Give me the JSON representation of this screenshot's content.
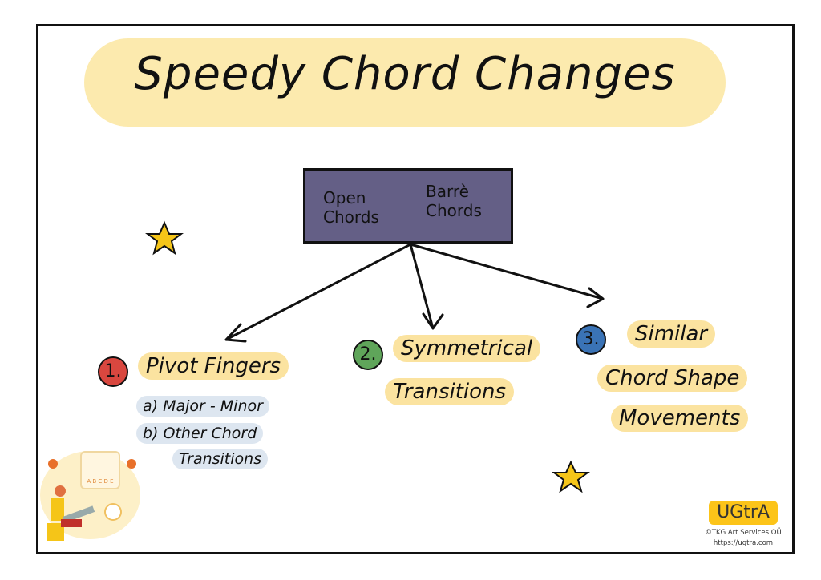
{
  "title": "Speedy Chord Changes",
  "center_box": {
    "left_label": "Open Chords",
    "right_label": "Barrè Chords",
    "color": "#645f86"
  },
  "items": [
    {
      "number": "1.",
      "label": "Pivot Fingers",
      "color": "#d9473f",
      "subitems": [
        "a) Major - Minor",
        "b) Other Chord",
        "Transitions"
      ]
    },
    {
      "number": "2.",
      "label_lines": [
        "Symmetrical",
        "Transitions"
      ],
      "color": "#5fa55a"
    },
    {
      "number": "3.",
      "label_lines": [
        "Similar",
        "Chord Shape",
        "Movements"
      ],
      "color": "#3a73b6"
    }
  ],
  "illustration": {
    "letters": "A B C D E"
  },
  "logo": {
    "text": "UGtrA",
    "copyright": "©TKG Art Services OÜ",
    "url": "https://ugtra.com"
  }
}
